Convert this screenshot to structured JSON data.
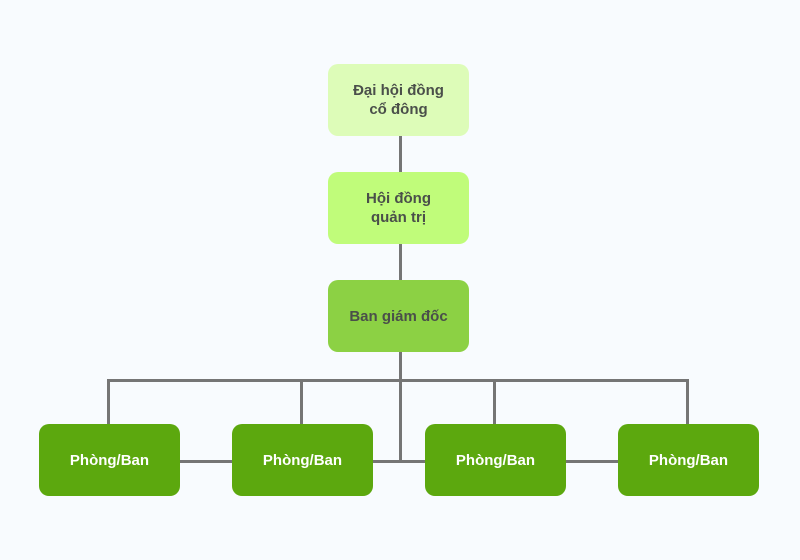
{
  "diagram": {
    "type": "org-chart",
    "colors": {
      "level1": "#ddfcb8",
      "level2": "#c0fc7a",
      "level3": "#8cd144",
      "level4": "#5ca80e",
      "connector": "#757575"
    },
    "nodes": [
      {
        "id": "shareholders",
        "label": "Đại hội đồng cổ đông",
        "lines": [
          "Đại hội đồng",
          "cổ đông"
        ]
      },
      {
        "id": "board",
        "label": "Hội đồng quản trị",
        "lines": [
          "Hội đồng",
          "quản trị"
        ]
      },
      {
        "id": "management",
        "label": "Ban giám đốc"
      },
      {
        "id": "dept1",
        "label": "Phòng/Ban"
      },
      {
        "id": "dept2",
        "label": "Phòng/Ban"
      },
      {
        "id": "dept3",
        "label": "Phòng/Ban"
      },
      {
        "id": "dept4",
        "label": "Phòng/Ban"
      }
    ],
    "edges": [
      [
        "shareholders",
        "board"
      ],
      [
        "board",
        "management"
      ],
      [
        "management",
        "dept1"
      ],
      [
        "management",
        "dept2"
      ],
      [
        "management",
        "dept3"
      ],
      [
        "management",
        "dept4"
      ],
      [
        "dept1",
        "dept2"
      ],
      [
        "dept3",
        "dept4"
      ]
    ]
  }
}
